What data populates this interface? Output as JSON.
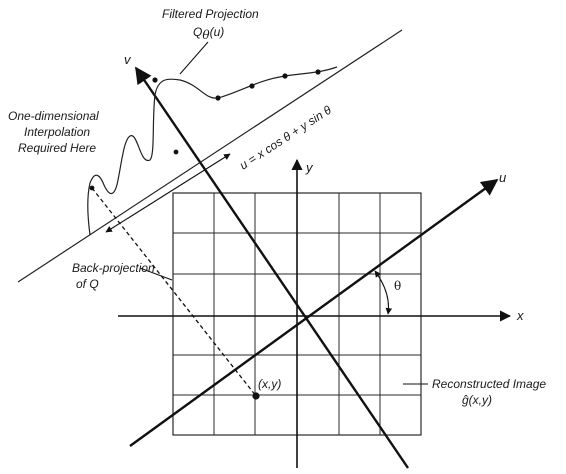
{
  "labels": {
    "filtered_projection_title": "Filtered Projection",
    "filtered_projection_q": "Q",
    "filtered_projection_sub": "θ",
    "filtered_projection_arg": "(u)",
    "interp_line1": "One-dimensional",
    "interp_line2": "Interpolation",
    "interp_line3": "Required Here",
    "backproj_line1": "Back-projection",
    "backproj_line2": "of Q",
    "u_equation": "u = x cos θ + y sin θ",
    "axis_v": "v",
    "axis_y": "y",
    "axis_u": "u",
    "axis_x": "x",
    "theta": "θ",
    "point_xy": "(x,y)",
    "recon_line1": "Reconstructed Image",
    "recon_line2": "ĝ(x,y)"
  },
  "colors": {
    "ink": "#111111",
    "background": "#ffffff"
  }
}
